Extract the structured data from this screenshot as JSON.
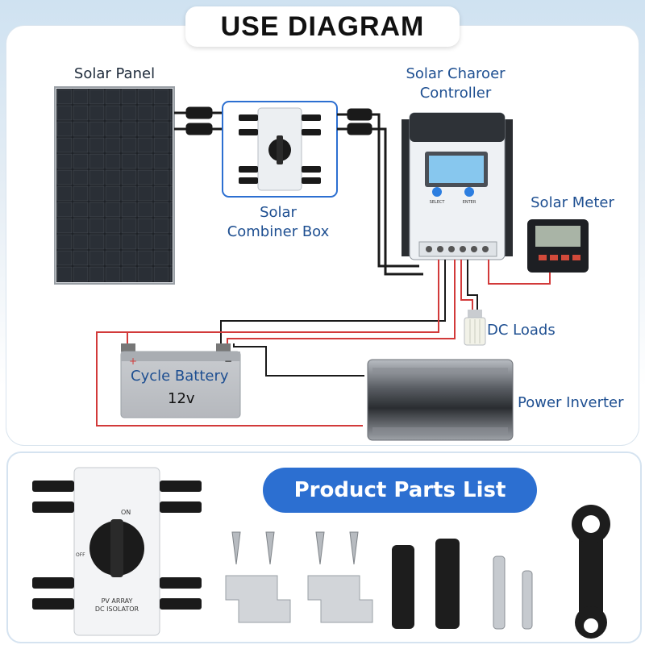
{
  "title": "USE DIAGRAM",
  "components": {
    "solar_panel": "Solar Panel",
    "controller_line1": "Solar Charoer",
    "controller_line2": "Controller",
    "combiner_line1": "Solar",
    "combiner_line2": "Combiner Box",
    "solar_meter": "Solar Meter",
    "dc_loads": "DC Loads",
    "battery": "Cycle Battery",
    "battery_voltage": "12v",
    "inverter": "Power Inverter"
  },
  "small_text": {
    "isolator_line1": "PV ARRAY",
    "isolator_line2": "DC ISOLATOR",
    "isolator_on": "ON",
    "isolator_off": "OFF",
    "controller_btn1": "SELECT",
    "controller_btn2": "ENTER"
  },
  "parts_list": {
    "title": "Product Parts List"
  },
  "colors": {
    "accent_blue": "#2c6fd1",
    "wire_red": "#d23a3a",
    "wire_black": "#1a1a1a",
    "label_blue": "#1e4f91"
  }
}
